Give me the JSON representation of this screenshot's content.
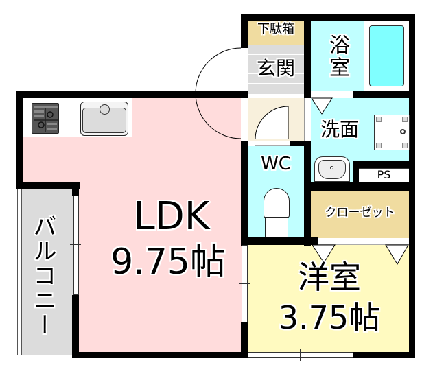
{
  "floorplan": {
    "rooms": {
      "ldk": {
        "name": "LDK",
        "size": "9.75帖",
        "color": "#ffdcdc"
      },
      "western_room": {
        "name": "洋室",
        "size": "3.75帖",
        "color": "#fffac0"
      },
      "balcony": {
        "name": "バルコニー",
        "color": "#dcdcdc"
      },
      "shoe_box": {
        "name": "下駄箱",
        "color": "#f0dca0"
      },
      "entrance": {
        "name": "玄関",
        "color": "#dcdcdc"
      },
      "hall": {
        "color": "#f8f0dc"
      },
      "bathroom": {
        "name": "浴室",
        "line1": "浴",
        "line2": "室",
        "color": "#c0ffff"
      },
      "bathtub": {
        "color": "#80ffff"
      },
      "washroom": {
        "name": "洗面",
        "color": "#c0ffff"
      },
      "toilet": {
        "name": "WC",
        "color": "#c0ffff"
      },
      "pipe_space": {
        "name": "PS"
      },
      "closet": {
        "name": "クローゼット",
        "color": "#f0dca0"
      }
    },
    "fixtures": [
      "gas-stove",
      "kitchen-sink",
      "bathtub",
      "washing-machine-pan",
      "wash-basin",
      "toilet-bowl"
    ]
  }
}
